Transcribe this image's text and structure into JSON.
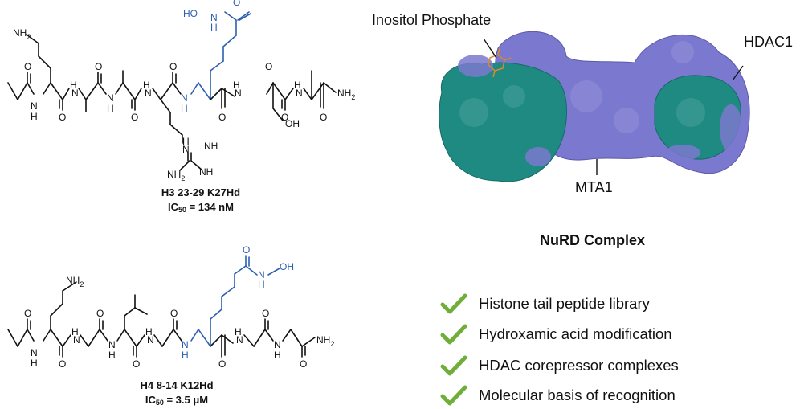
{
  "molecule_1": {
    "name": "H3 23-29 K27Hd",
    "ic50_label": "IC",
    "ic50_sub": "50",
    "ic50_value": " = 134 nM",
    "atoms": {
      "nh2_top": "NH",
      "nh2_top_sub": "2",
      "hydroxamate_hn": "HO",
      "hydroxamate_n": "N",
      "hydroxamate_h": "H",
      "oh": "OH",
      "nh2_end": "NH",
      "nh2_end_sub": "2",
      "guan_nh": "NH",
      "guan_n": "N",
      "guan_h": "H",
      "guan_nh2": "NH",
      "guan_nh2_sub": "2",
      "o": "O",
      "h": "H",
      "n": "N"
    }
  },
  "molecule_2": {
    "name": "H4 8-14 K12Hd",
    "ic50_label": "IC",
    "ic50_sub": "50",
    "ic50_value": " = 3.5 μM",
    "atoms": {
      "nh2_top": "NH",
      "nh2_top_sub": "2",
      "hydroxamate_n": "N",
      "hydroxamate_h": "H",
      "hydroxamate_oh": "OH",
      "nh2_end": "NH",
      "nh2_end_sub": "2",
      "o": "O",
      "h": "H",
      "n": "N"
    }
  },
  "protein": {
    "labels": {
      "inositol": "Inositol Phosphate",
      "hdac1": "HDAC1",
      "mta1": "MTA1"
    },
    "title": "NuRD Complex",
    "colors": {
      "hdac1": "#1e8a82",
      "mta1": "#7b78cf",
      "inositol": "#d9892f"
    }
  },
  "checklist": {
    "items": [
      "Histone tail peptide library",
      "Hydroxamic acid modification",
      "HDAC corepressor complexes",
      "Molecular basis of recognition"
    ],
    "check_color": "#6fae38"
  },
  "colors": {
    "modified_residue": "#2b5fb0",
    "bond": "#111111"
  }
}
